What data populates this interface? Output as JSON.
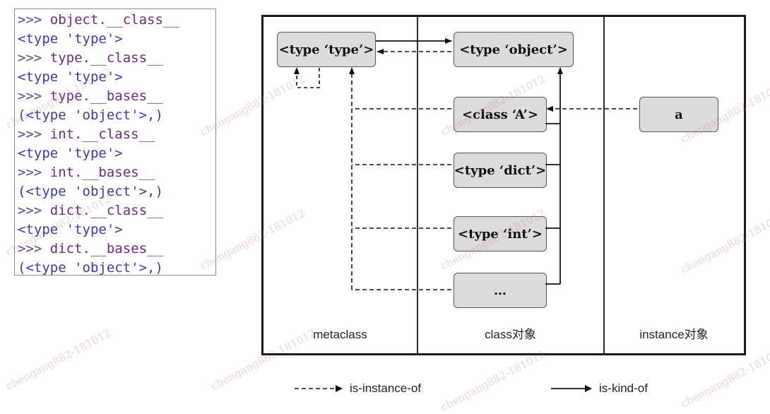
{
  "code": {
    "lines": [
      {
        "prompt": ">>> ",
        "expr": "object.__class__"
      },
      {
        "out": "<type 'type'>"
      },
      {
        "prompt": ">>> ",
        "expr": "type.__class__"
      },
      {
        "out": "<type 'type'>"
      },
      {
        "prompt": ">>> ",
        "expr": "type.__bases__"
      },
      {
        "out": "(<type 'object'>,)"
      },
      {
        "prompt": ">>> ",
        "expr": "int.__class__"
      },
      {
        "out": "<type 'type'>"
      },
      {
        "prompt": ">>> ",
        "expr": "int.__bases__"
      },
      {
        "out": "(<type 'object'>,)"
      },
      {
        "prompt": ">>> ",
        "expr": "dict.__class__"
      },
      {
        "out": "<type 'type'>"
      },
      {
        "prompt": ">>> ",
        "expr": "dict.__bases__"
      },
      {
        "out": "(<type 'object'>,)"
      }
    ]
  },
  "diagram": {
    "nodes": {
      "type_type": "<type ‘type’>",
      "type_object": "<type ‘object’>",
      "class_a": "<class ‘A’>",
      "type_dict": "<type ‘dict’>",
      "type_int": "<type ‘int’>",
      "ellipsis": "…",
      "instance_a": "a"
    },
    "columns": {
      "metaclass": "metaclass",
      "class_obj": "class对象",
      "instance_obj": "instance对象"
    }
  },
  "legend": {
    "instance_of": "is-instance-of",
    "kind_of": "is-kind-of"
  },
  "watermark": "chengang882-181012",
  "colors": {
    "node_fill": "#dcdcdc",
    "node_border": "#555555",
    "frame": "#1a1a1a",
    "watermark": "#cd6e6e"
  }
}
